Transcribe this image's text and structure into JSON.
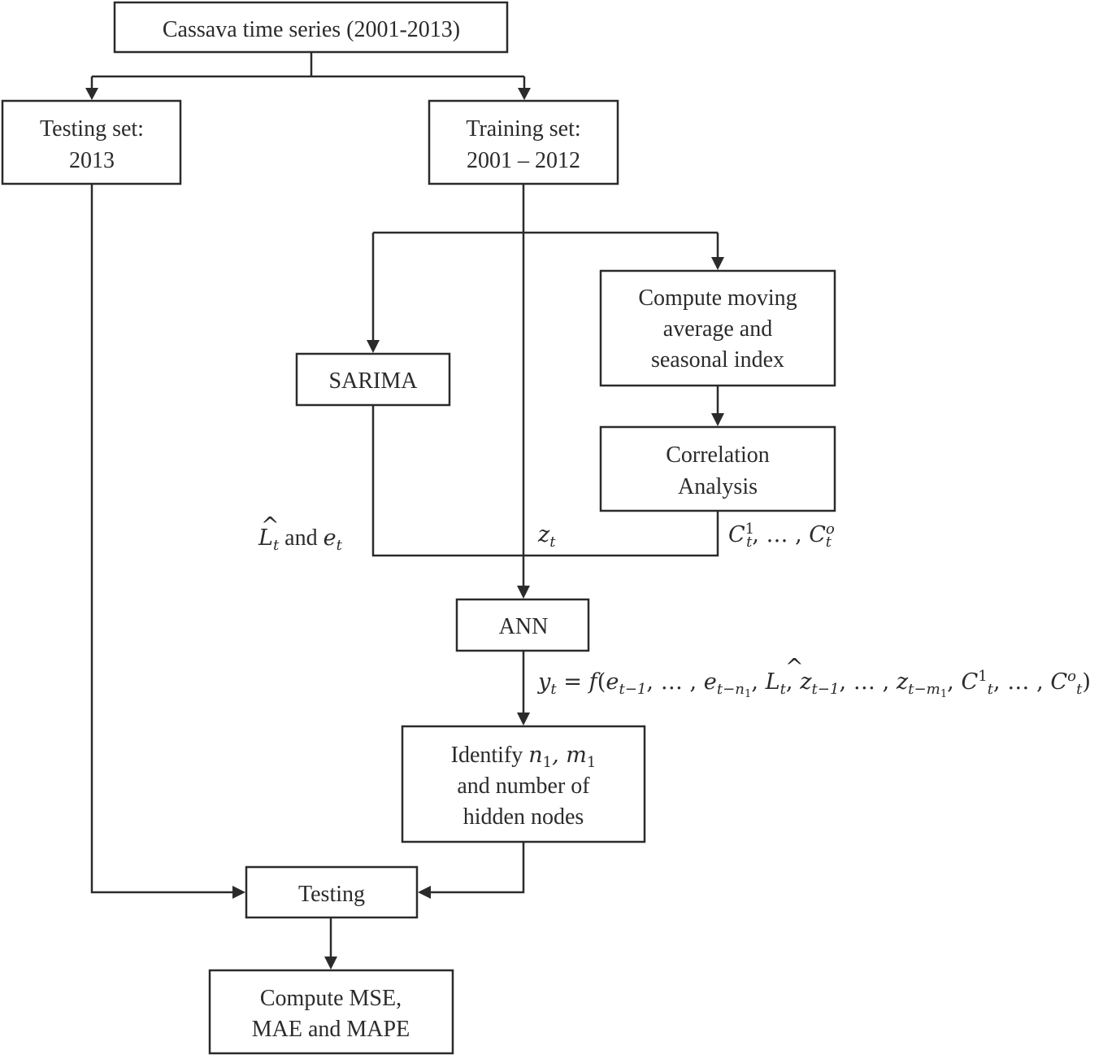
{
  "nodes": {
    "source": {
      "lines": [
        "Cassava time series (2001-2013)"
      ]
    },
    "testing_set": {
      "lines": [
        "Testing set:",
        "2013"
      ]
    },
    "training_set": {
      "lines": [
        "Training set:",
        "2001 – 2012"
      ]
    },
    "moving_average": {
      "lines": [
        "Compute moving",
        "average and",
        "seasonal index"
      ]
    },
    "sarima": {
      "lines": [
        "SARIMA"
      ]
    },
    "correlation": {
      "lines": [
        "Correlation",
        "Analysis"
      ]
    },
    "ann": {
      "lines": [
        "ANN"
      ]
    },
    "identify": {
      "lines": [
        "Identify",
        "n",
        "1",
        ", m",
        "1",
        "and number of",
        "hidden nodes"
      ]
    },
    "testing": {
      "lines": [
        "Testing"
      ]
    },
    "metrics": {
      "lines": [
        "Compute MSE,",
        "MAE and MAPE"
      ]
    }
  },
  "edge_labels": {
    "sarima_output": {
      "L": "L",
      "hat": "^",
      "t1": "t",
      "and": " and ",
      "e": "e",
      "t2": "t"
    },
    "training_output": {
      "z": "z",
      "t": "t"
    },
    "correlation_output": {
      "C": "C",
      "sup1": "1",
      "t1": "t",
      "mid": ", … , ",
      "C2": "C",
      "sup2": "o",
      "t2": "t"
    },
    "ann_output": {
      "y": "y",
      "yt": "t",
      "eq": " = ",
      "f": "f",
      "open": "(",
      "e1": "e",
      "e1s": "t−1",
      "sep1": ", … , ",
      "e2": "e",
      "e2s": "t−n",
      "e2ss": "1",
      "c1": ", ",
      "L": "L",
      "Lhat": "^",
      "Lt": "t",
      "c2": ", ",
      "z1": "z",
      "z1s": "t−1",
      "sep2": ", … , ",
      "z2": "z",
      "z2s": "t−m",
      "z2ss": "1",
      "c3": ", ",
      "C1": "C",
      "C1sup": "1",
      "C1s": "t",
      "sep3": ", … , ",
      "C2": "C",
      "C2sup": "o",
      "C2s": "t",
      "close": ")"
    }
  }
}
